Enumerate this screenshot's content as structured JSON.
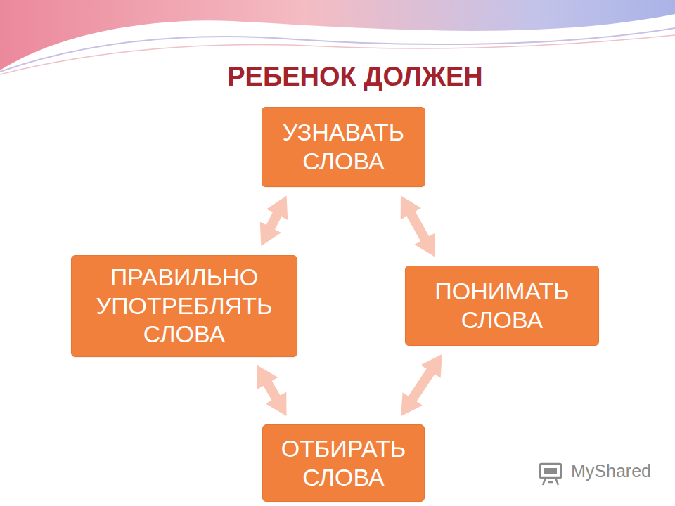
{
  "diagram": {
    "title": "РЕБЕНОК ДОЛЖЕН",
    "nodes": [
      {
        "text": [
          "УЗНАВАТЬ СЛОВА"
        ]
      },
      {
        "text": [
          "ПРАВИЛЬНО УПОТРЕБЛЯТЬ СЛОВА"
        ]
      },
      {
        "text": [
          "ПОНИМАТЬ СЛОВА"
        ]
      },
      {
        "text": [
          "ОТБИРАТЬ СЛОВА"
        ]
      }
    ],
    "edges": [
      {
        "from": 0,
        "to": 2,
        "arrow": "both"
      },
      {
        "from": 2,
        "to": 3,
        "arrow": "both"
      },
      {
        "from": 3,
        "to": 1,
        "arrow": "both"
      },
      {
        "from": 1,
        "to": 0,
        "arrow": "both"
      }
    ],
    "labels": [
      "MyShared"
    ]
  }
}
